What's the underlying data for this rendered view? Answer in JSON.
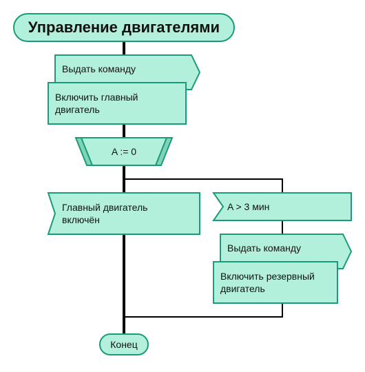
{
  "title": "Управление двигателями",
  "nodes": {
    "send_command_1": "Выдать команду",
    "enable_main": "Включить главный\nдвигатель",
    "assign": "A := 0",
    "main_enabled": "Главный двигатель\nвключён",
    "timer_condition": "A > 3 мин",
    "send_command_2": "Выдать команду",
    "enable_backup": "Включить резервный\nдвигатель",
    "end": "Конец"
  },
  "colors": {
    "fill": "#b2f0dc",
    "fill_dark": "#7fd4b8",
    "stroke": "#1a9a78",
    "line": "#000000"
  }
}
